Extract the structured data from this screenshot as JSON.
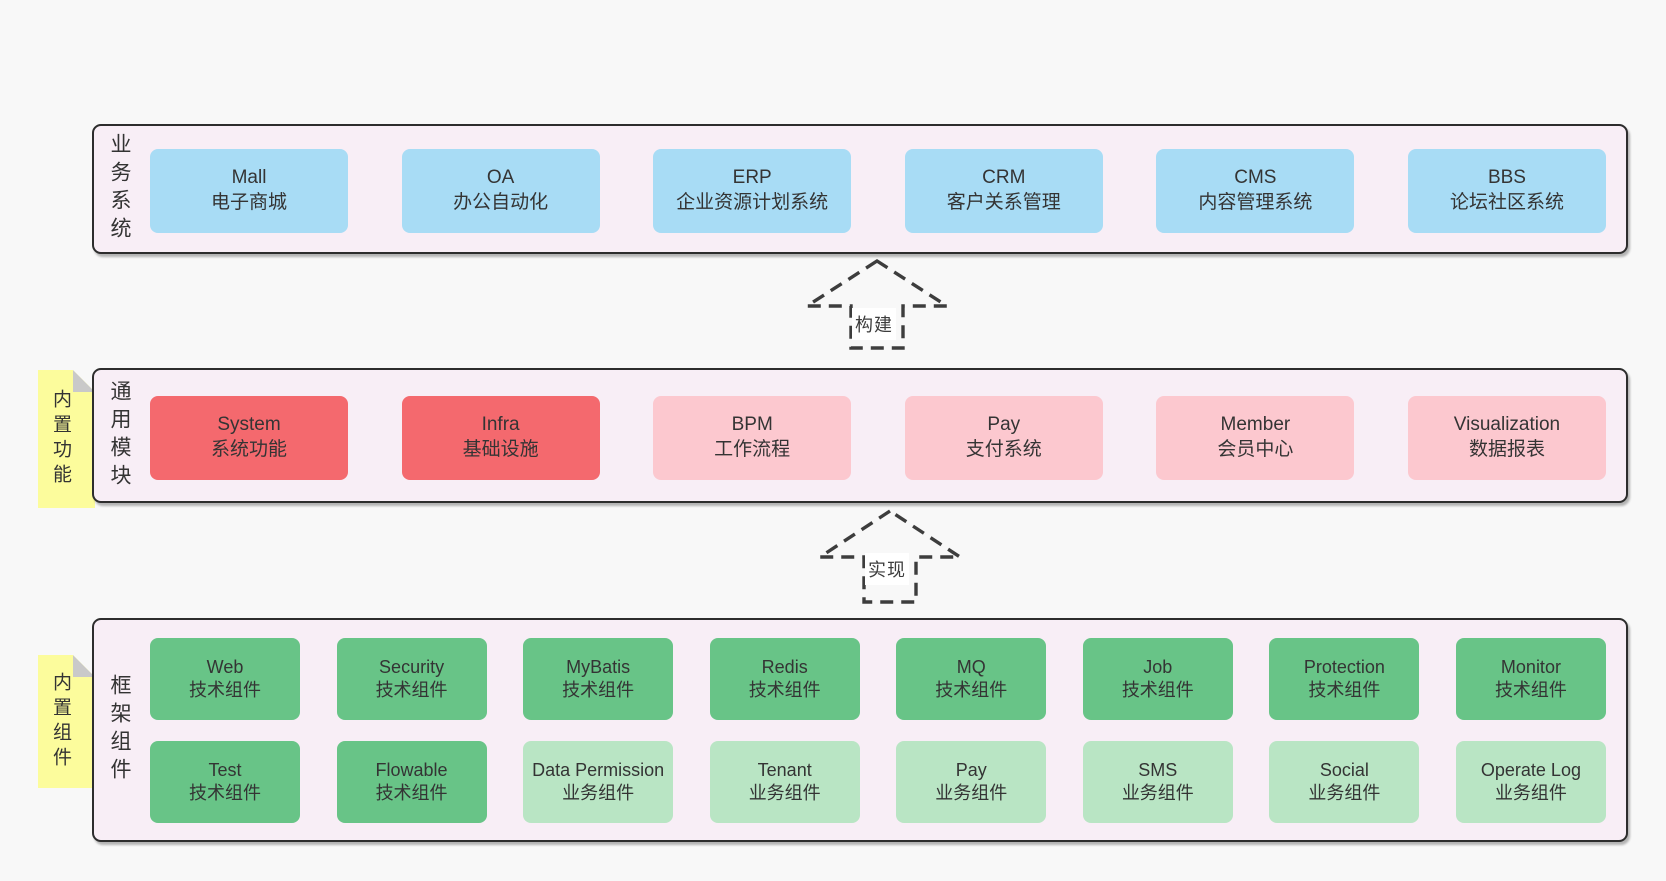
{
  "colors": {
    "page_bg": "#f8f8f8",
    "layer_bg": "#f8eef6",
    "layer_border": "#2d2d2d",
    "blue": "#a8dcf5",
    "red": "#f4696e",
    "pink": "#fcc8cf",
    "green": "#68c487",
    "green_light": "#b9e5c4",
    "note_yellow": "#fcfc9c",
    "note_fold": "#c9c9c9",
    "text": "#343434"
  },
  "arrows": [
    {
      "label": "构建"
    },
    {
      "label": "实现"
    }
  ],
  "notes": [
    {
      "label": "内置功能"
    },
    {
      "label": "内置组件"
    }
  ],
  "layers": {
    "business": {
      "label": "业务系统",
      "items": [
        {
          "name": "Mall",
          "desc": "电子商城"
        },
        {
          "name": "OA",
          "desc": "办公自动化"
        },
        {
          "name": "ERP",
          "desc": "企业资源计划系统"
        },
        {
          "name": "CRM",
          "desc": "客户关系管理"
        },
        {
          "name": "CMS",
          "desc": "内容管理系统"
        },
        {
          "name": "BBS",
          "desc": "论坛社区系统"
        }
      ]
    },
    "modules": {
      "label": "通用模块",
      "items": [
        {
          "name": "System",
          "desc": "系统功能"
        },
        {
          "name": "Infra",
          "desc": "基础设施"
        },
        {
          "name": "BPM",
          "desc": "工作流程"
        },
        {
          "name": "Pay",
          "desc": "支付系统"
        },
        {
          "name": "Member",
          "desc": "会员中心"
        },
        {
          "name": "Visualization",
          "desc": "数据报表"
        }
      ]
    },
    "components": {
      "label": "框架组件",
      "row1": [
        {
          "name": "Web",
          "desc": "技术组件"
        },
        {
          "name": "Security",
          "desc": "技术组件"
        },
        {
          "name": "MyBatis",
          "desc": "技术组件"
        },
        {
          "name": "Redis",
          "desc": "技术组件"
        },
        {
          "name": "MQ",
          "desc": "技术组件"
        },
        {
          "name": "Job",
          "desc": "技术组件"
        },
        {
          "name": "Protection",
          "desc": "技术组件"
        },
        {
          "name": "Monitor",
          "desc": "技术组件"
        }
      ],
      "row2": [
        {
          "name": "Test",
          "desc": "技术组件"
        },
        {
          "name": "Flowable",
          "desc": "技术组件"
        },
        {
          "name": "Data Permission",
          "desc": "业务组件"
        },
        {
          "name": "Tenant",
          "desc": "业务组件"
        },
        {
          "name": "Pay",
          "desc": "业务组件"
        },
        {
          "name": "SMS",
          "desc": "业务组件"
        },
        {
          "name": "Social",
          "desc": "业务组件"
        },
        {
          "name": "Operate Log",
          "desc": "业务组件"
        }
      ]
    }
  }
}
